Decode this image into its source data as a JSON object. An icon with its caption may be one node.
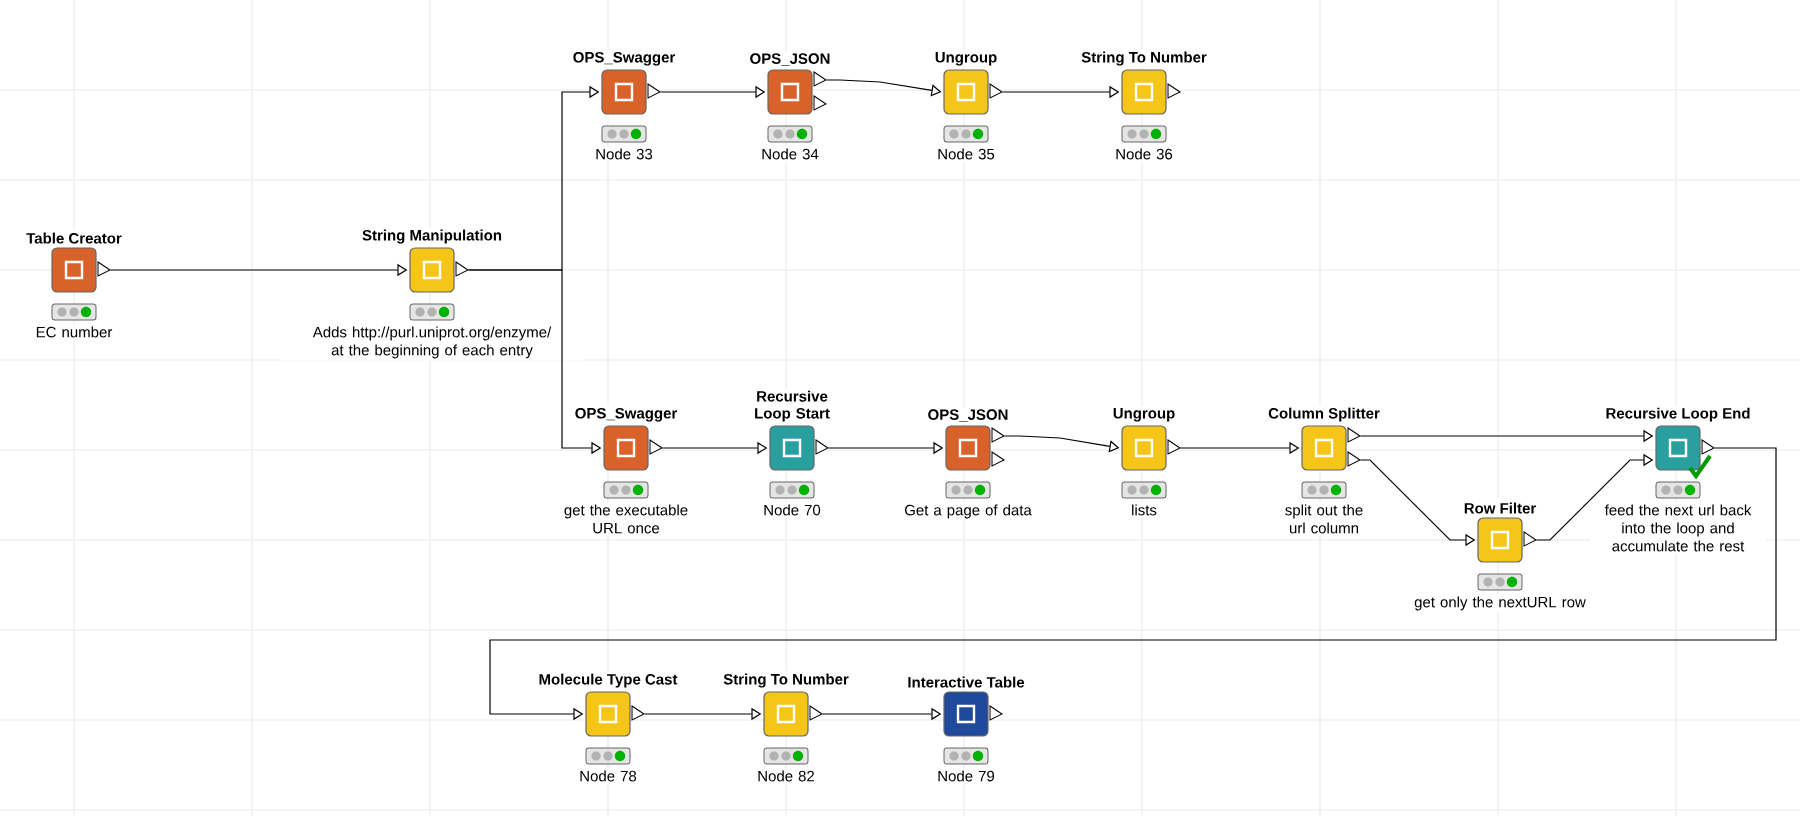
{
  "diagram": {
    "nodes": [
      {
        "text": [
          "Table Creator",
          "EC number"
        ]
      },
      {
        "text": [
          "String Manipulation",
          "Adds http://purl.uniprot.org/enzyme/ at the beginning of each entry"
        ]
      },
      {
        "text": [
          "OPS_Swagger",
          "Node 33"
        ]
      },
      {
        "text": [
          "OPS_JSON",
          "Node 34"
        ]
      },
      {
        "text": [
          "Ungroup",
          "Node 35"
        ]
      },
      {
        "text": [
          "String To Number",
          "Node 36"
        ]
      },
      {
        "text": [
          "OPS_Swagger",
          "get the executable URL once"
        ]
      },
      {
        "text": [
          "Recursive Loop Start",
          "Node 70"
        ]
      },
      {
        "text": [
          "OPS_JSON",
          "Get a page of data"
        ]
      },
      {
        "text": [
          "Ungroup",
          "lists"
        ]
      },
      {
        "text": [
          "Column Splitter",
          "split out the url column"
        ]
      },
      {
        "text": [
          "Row Filter",
          "get only the nextURL row"
        ]
      },
      {
        "text": [
          "Recursive Loop End",
          "feed the next url back into the loop and accumulate the rest"
        ]
      },
      {
        "text": [
          "Molecule Type Cast",
          "Node 78"
        ]
      },
      {
        "text": [
          "String To Number",
          "Node 82"
        ]
      },
      {
        "text": [
          "Interactive Table",
          "Node 79"
        ]
      }
    ],
    "edges": [
      {
        "from": 0,
        "to": 1,
        "arrow": "to"
      },
      {
        "from": 1,
        "to": 2,
        "arrow": "to"
      },
      {
        "from": 1,
        "to": 6,
        "arrow": "to"
      },
      {
        "from": 2,
        "to": 3,
        "arrow": "to"
      },
      {
        "from": 3,
        "to": 4,
        "arrow": "to"
      },
      {
        "from": 4,
        "to": 5,
        "arrow": "to"
      },
      {
        "from": 6,
        "to": 7,
        "arrow": "to"
      },
      {
        "from": 7,
        "to": 8,
        "arrow": "to"
      },
      {
        "from": 8,
        "to": 9,
        "arrow": "to"
      },
      {
        "from": 9,
        "to": 10,
        "arrow": "to"
      },
      {
        "from": 10,
        "to": 12,
        "arrow": "to"
      },
      {
        "from": 10,
        "to": 11,
        "arrow": "to"
      },
      {
        "from": 11,
        "to": 12,
        "arrow": "to"
      },
      {
        "from": 12,
        "to": 13,
        "arrow": "to"
      },
      {
        "from": 13,
        "to": 14,
        "arrow": "to"
      },
      {
        "from": 14,
        "to": 15,
        "arrow": "to"
      }
    ]
  }
}
